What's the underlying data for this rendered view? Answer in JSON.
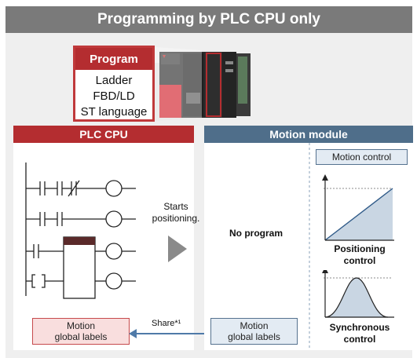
{
  "title": "Programming by PLC CPU only",
  "program": {
    "header": "Program",
    "languages": [
      "Ladder",
      "FBD/LD",
      "ST language"
    ]
  },
  "plc_cpu": {
    "header": "PLC CPU",
    "labels_line1": "Motion",
    "labels_line2": "global labels"
  },
  "motion_module": {
    "header": "Motion module",
    "no_program": "No program",
    "motion_control": "Motion control",
    "positioning_line1": "Positioning",
    "positioning_line2": "control",
    "synchronous_line1": "Synchronous",
    "synchronous_line2": "control",
    "labels_line1": "Motion",
    "labels_line2": "global labels"
  },
  "middle": {
    "starts_line1": "Starts",
    "starts_line2": "positioning.",
    "share": "Share*¹"
  },
  "colors": {
    "title_bg": "#7a7a7a",
    "plc_red": "#b42d30",
    "motion_blue": "#4f6e8a",
    "arrow_blue": "#4f7aa8"
  }
}
